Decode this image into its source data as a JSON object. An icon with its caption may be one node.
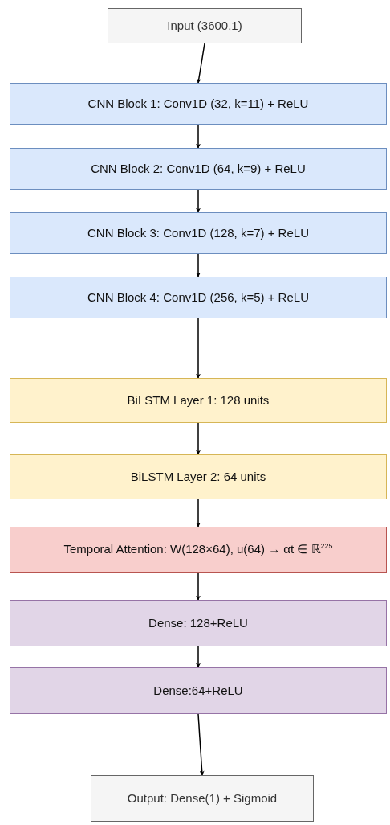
{
  "diagram": {
    "nodes": [
      {
        "text": [
          "Input (3600,1)"
        ]
      },
      {
        "text": [
          "CNN Block 1: Conv1D (32, k=11) + ReLU"
        ]
      },
      {
        "text": [
          "CNN Block 2: Conv1D (64, k=9) + ReLU"
        ]
      },
      {
        "text": [
          "CNN Block 3: Conv1D (128, k=7) + ReLU"
        ]
      },
      {
        "text": [
          "CNN Block 4: Conv1D (256, k=5) + ReLU"
        ]
      },
      {
        "text": [
          "BiLSTM Layer 1: 128 units"
        ]
      },
      {
        "text": [
          "BiLSTM Layer 2: 64 units"
        ]
      },
      {
        "text": [
          "Temporal Attention: W(128×64), u(64) → αt ∈ ℝ$^{225}$"
        ]
      },
      {
        "text": [
          "Dense: 128+ReLU"
        ]
      },
      {
        "text": [
          "Dense:64+ReLU"
        ]
      },
      {
        "text": [
          "Output: Dense(1) + Sigmoid"
        ]
      }
    ],
    "edges": [
      {
        "from": 0,
        "to": 1,
        "arrow": "to"
      },
      {
        "from": 1,
        "to": 2,
        "arrow": "to"
      },
      {
        "from": 2,
        "to": 3,
        "arrow": "to"
      },
      {
        "from": 3,
        "to": 4,
        "arrow": "to"
      },
      {
        "from": 4,
        "to": 5,
        "arrow": "to"
      },
      {
        "from": 5,
        "to": 6,
        "arrow": "to"
      },
      {
        "from": 6,
        "to": 7,
        "arrow": "to"
      },
      {
        "from": 7,
        "to": 8,
        "arrow": "to"
      },
      {
        "from": 8,
        "to": 9,
        "arrow": "to"
      },
      {
        "from": 9,
        "to": 10,
        "arrow": "to"
      }
    ]
  }
}
